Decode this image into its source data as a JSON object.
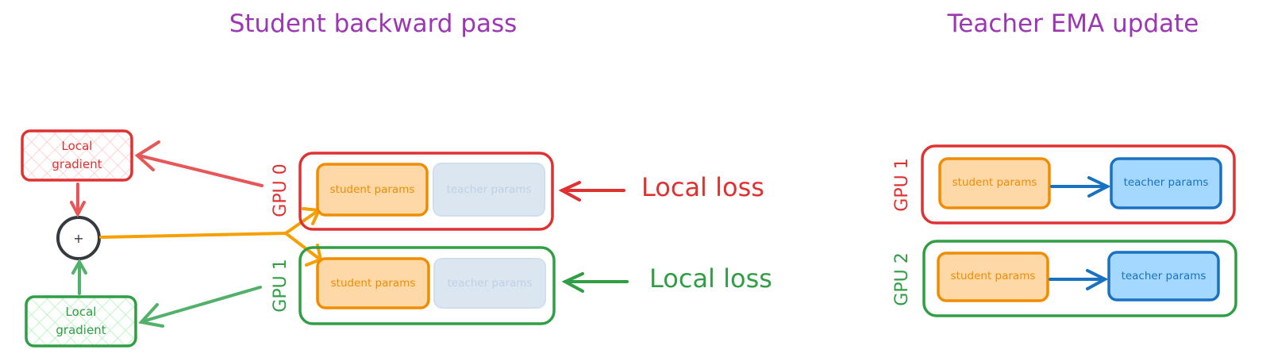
{
  "colors": {
    "title": "#9c36b5",
    "gpu_red": "#e03131",
    "gpu_green": "#2f9e44",
    "student_stroke": "#f08c00",
    "student_fill": "#ffd8a8",
    "teacher_active_stroke": "#1971c2",
    "teacher_active_fill": "#a5d8ff",
    "teacher_faded_fill": "#dbe6f1",
    "teacher_faded_text": "#bfd0e4",
    "sum_node": "#343a40"
  },
  "left_panel": {
    "title": "Student backward pass",
    "sum_node_label": "+",
    "gradients": [
      {
        "label_line1": "Local",
        "label_line2": "gradient",
        "gpu": "GPU 0"
      },
      {
        "label_line1": "Local",
        "label_line2": "gradient",
        "gpu": "GPU 1"
      }
    ],
    "gpus": [
      {
        "label": "GPU 0",
        "student": "student params",
        "teacher": "teacher params",
        "loss": "Local loss"
      },
      {
        "label": "GPU 1",
        "student": "student params",
        "teacher": "teacher params",
        "loss": "Local loss"
      }
    ]
  },
  "right_panel": {
    "title": "Teacher EMA update",
    "gpus": [
      {
        "label": "GPU 1",
        "student": "student params",
        "teacher": "teacher params"
      },
      {
        "label": "GPU 2",
        "student": "student params",
        "teacher": "teacher params"
      }
    ]
  }
}
